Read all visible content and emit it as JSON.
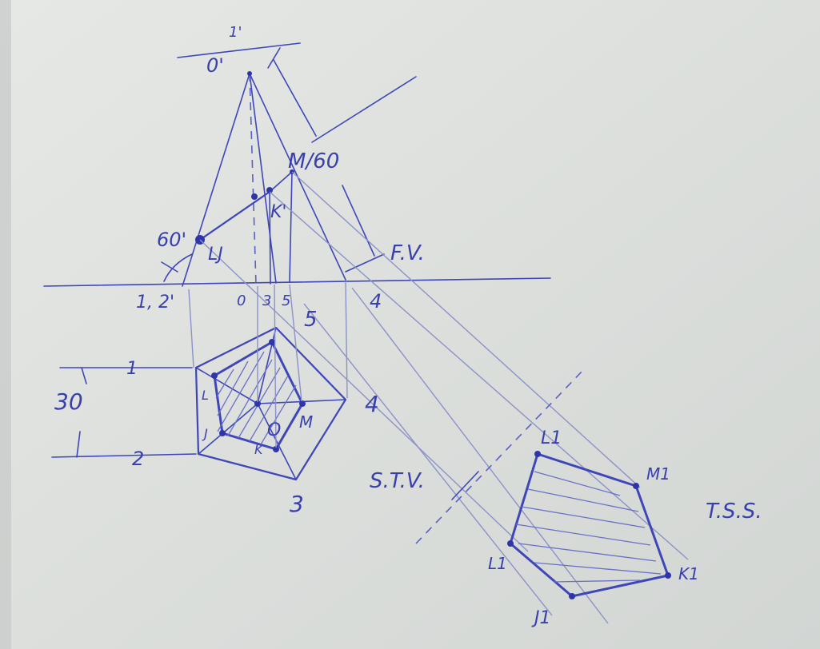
{
  "labels": {
    "apex_o_prime": "0'",
    "apex_prime_mark": "1'",
    "m_60": "M/60",
    "angle_60_left": "60'",
    "k_prime": "K'",
    "l_prime": "LJ",
    "fv": "F.V.",
    "xy_12": "1, 2'",
    "xy_0": "0",
    "xy_3": "3",
    "xy_5": "5",
    "xy_4": "4",
    "top_5": "5",
    "top_1": "1",
    "top_2": "2",
    "top_3": "3",
    "top_4": "4",
    "top_o": "O",
    "top_l": "L",
    "top_j": "J",
    "top_k": "K",
    "top_m": "M",
    "dim_30": "30",
    "stv": "S.T.V.",
    "l1": "L1",
    "m1": "M1",
    "k1": "K1",
    "j1": "J1",
    "l1_left": "L1",
    "tss": "T.S.S."
  },
  "colors": {
    "ink": "#3f46b8",
    "paper": "#dcdfdd"
  }
}
